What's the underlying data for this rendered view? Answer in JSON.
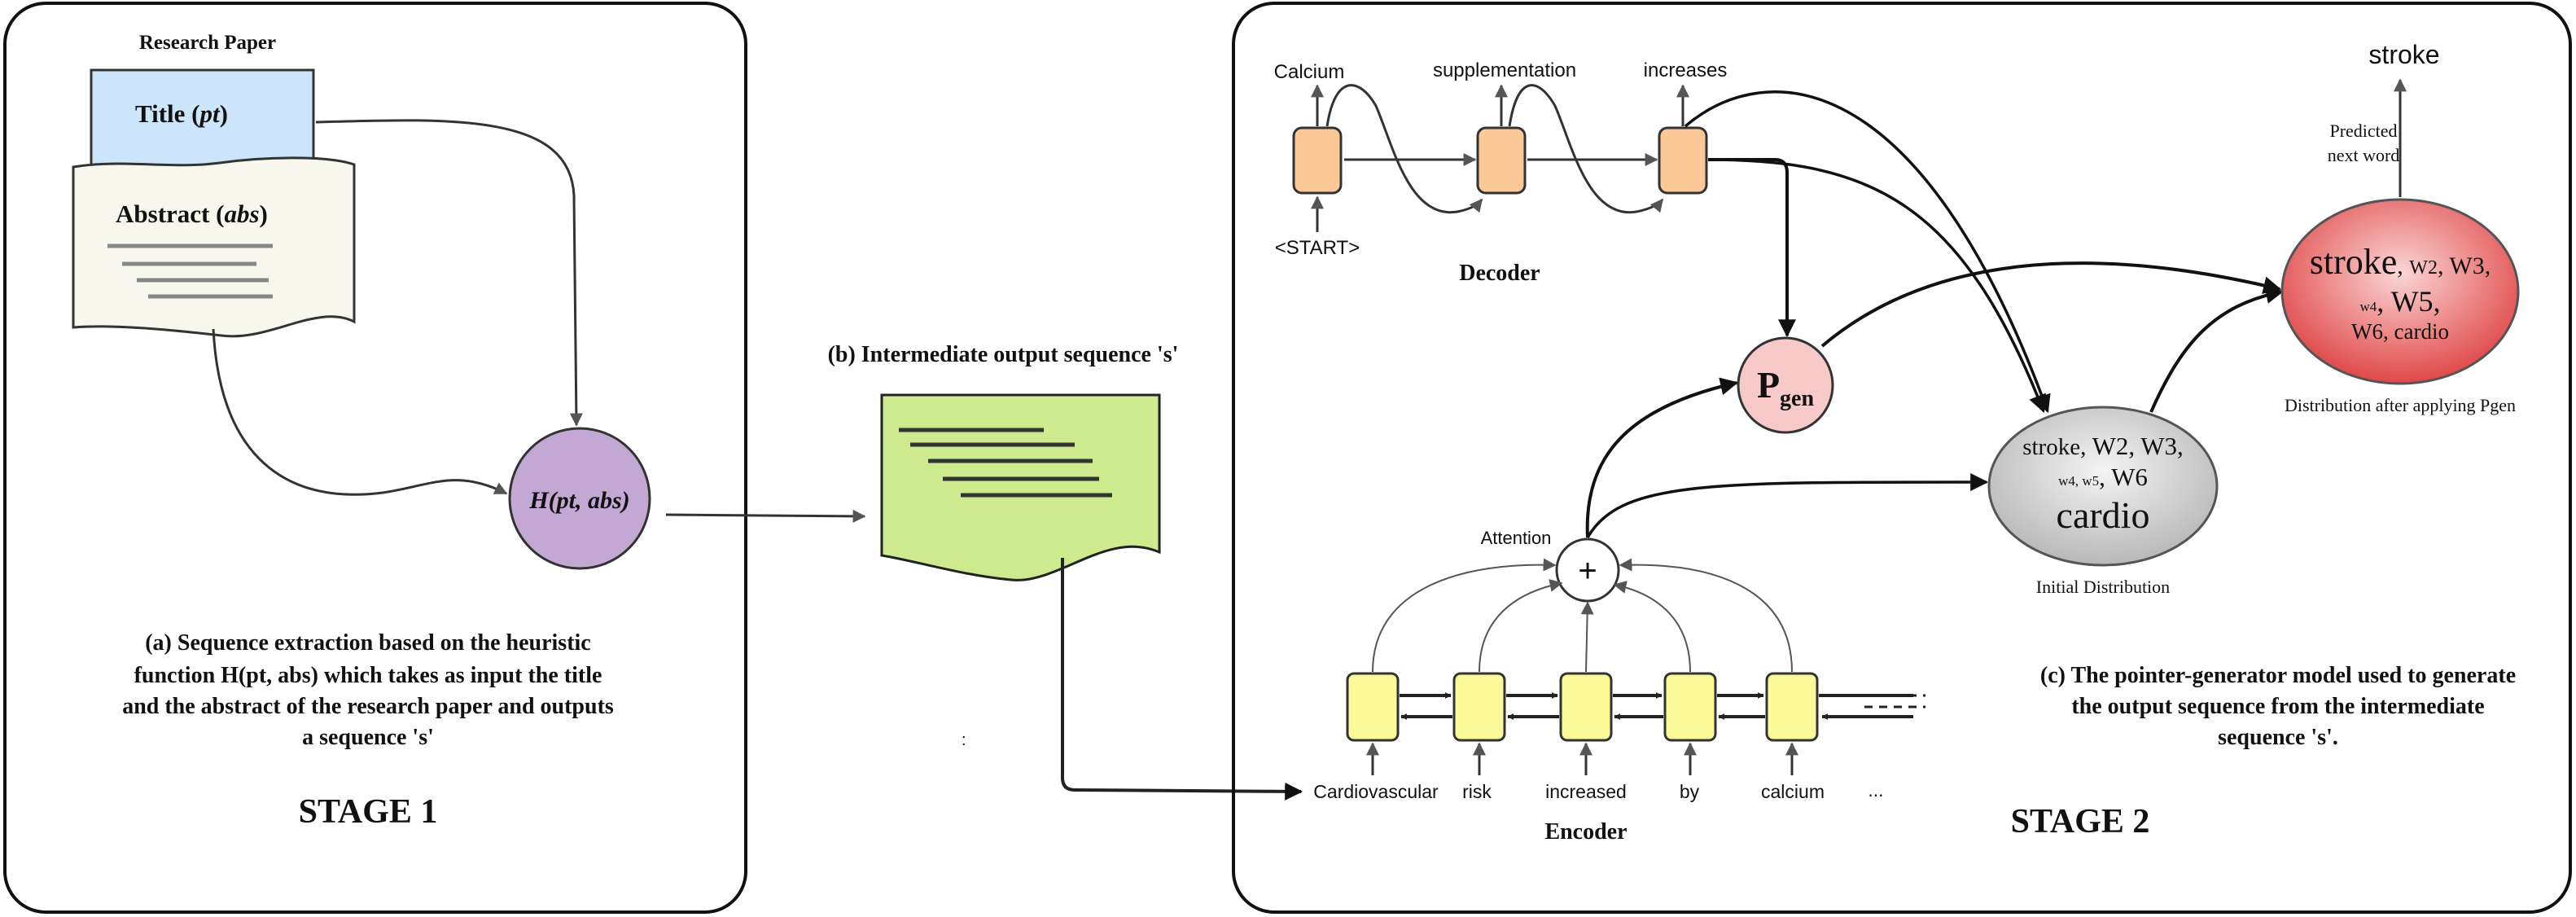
{
  "colors": {
    "title_doc": "#cce5fb",
    "abstract_doc": "#f8f7ee",
    "heuristic": "#c3a8d3",
    "intermediate": "#cdea8e",
    "decoder_cell": "#fbc998",
    "encoder_cell": "#fbfa98",
    "pgen": "#f8c9c9",
    "initial_dist": "#d4d4d4",
    "final_dist": "#ec5a5a",
    "line": "#222222"
  },
  "stage1": {
    "research_paper_label": "Research Paper",
    "title_doc": {
      "label": "Title (",
      "var": "pt",
      "close": ")"
    },
    "abstract_doc": {
      "label": "Abstract (",
      "var": "abs",
      "close": ")"
    },
    "heuristic": "H(pt, abs)",
    "caption": [
      "(a) Sequence extraction based on the heuristic",
      "function H(pt, abs) which takes as input the title",
      "and the abstract of the research paper and outputs",
      "a sequence 's'"
    ],
    "stage_label": "STAGE 1"
  },
  "intermediate": {
    "label": "(b) Intermediate output sequence 's'",
    "stray_mark": ":"
  },
  "stage2": {
    "decoder": {
      "label": "Decoder",
      "outputs": [
        "Calcium",
        "supplementation",
        "increases"
      ],
      "start_token": "<START>"
    },
    "encoder": {
      "label": "Encoder",
      "inputs": [
        "Cardiovascular",
        "risk",
        "increased",
        "by",
        "calcium",
        "..."
      ]
    },
    "attention_label": "Attention",
    "attention_symbol": "+",
    "pgen": {
      "main": "P",
      "sub": "gen"
    },
    "initial_distribution": {
      "line1": [
        "stroke, ",
        "W2, W3,"
      ],
      "line2": [
        "w4",
        ", ",
        "w5",
        ", W6"
      ],
      "line3": "cardio",
      "caption": "Initial Distribution"
    },
    "final_distribution": {
      "line1": [
        "stroke",
        ", ",
        "W2",
        ", W3,"
      ],
      "line2": [
        "w4",
        ", W5,"
      ],
      "line3": "W6, cardio",
      "caption": "Distribution after applying Pgen"
    },
    "predicted_label": [
      "Predicted",
      "next word"
    ],
    "predicted_word": "stroke",
    "caption": [
      "(c) The pointer-generator model used to generate",
      "the output sequence from the intermediate",
      "sequence 's'."
    ],
    "stage_label": "STAGE 2"
  }
}
